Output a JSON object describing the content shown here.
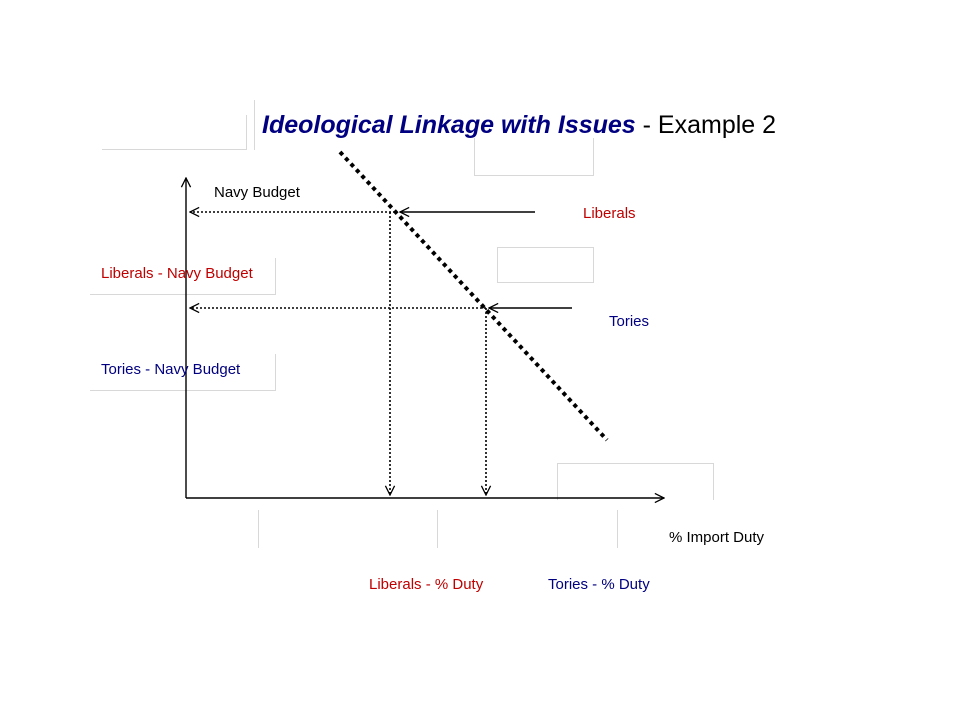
{
  "slide": {
    "title_emphasis": "Ideological Linkage with Issues",
    "title_rest": " - Example 2"
  },
  "axes": {
    "y_axis_label": "Navy Budget",
    "x_axis_label": "% Import Duty"
  },
  "parties": {
    "liberals": {
      "name": "Liberals",
      "budget_label": "Liberals - Navy Budget",
      "duty_label": "Liberals - % Duty",
      "color": "#c00000"
    },
    "tories": {
      "name": "Tories",
      "budget_label": "Tories - Navy Budget",
      "duty_label": "Tories - % Duty",
      "color": "#000080"
    }
  },
  "colors": {
    "title_emphasis": "#000080",
    "axis": "#000000",
    "ideology_line": "#000000"
  }
}
